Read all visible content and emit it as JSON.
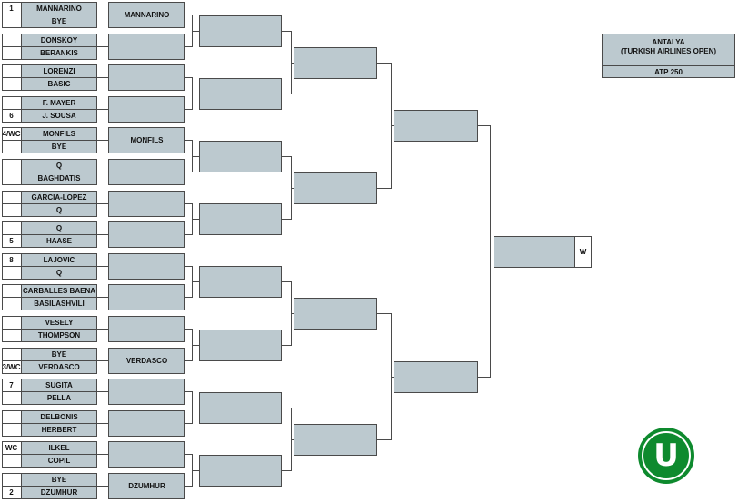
{
  "tournament": {
    "name": "ANTALYA",
    "full_name": "(TURKISH AIRLINES OPEN)",
    "category": "ATP 250"
  },
  "final_label": "W",
  "logo_letter": "U",
  "round1": [
    {
      "top": {
        "seed": "1",
        "name": "MANNARINO"
      },
      "bottom": {
        "seed": "",
        "name": "BYE"
      }
    },
    {
      "top": {
        "seed": "",
        "name": "DONSKOY"
      },
      "bottom": {
        "seed": "",
        "name": "BERANKIS"
      }
    },
    {
      "top": {
        "seed": "",
        "name": "LORENZI"
      },
      "bottom": {
        "seed": "",
        "name": "BASIC"
      }
    },
    {
      "top": {
        "seed": "",
        "name": "F. MAYER"
      },
      "bottom": {
        "seed": "6",
        "name": "J. SOUSA"
      }
    },
    {
      "top": {
        "seed": "4/WC",
        "name": "MONFILS"
      },
      "bottom": {
        "seed": "",
        "name": "BYE"
      }
    },
    {
      "top": {
        "seed": "",
        "name": "Q"
      },
      "bottom": {
        "seed": "",
        "name": "BAGHDATIS"
      }
    },
    {
      "top": {
        "seed": "",
        "name": "GARCIA-LOPEZ"
      },
      "bottom": {
        "seed": "",
        "name": "Q"
      }
    },
    {
      "top": {
        "seed": "",
        "name": "Q"
      },
      "bottom": {
        "seed": "5",
        "name": "HAASE"
      }
    },
    {
      "top": {
        "seed": "8",
        "name": "LAJOVIC"
      },
      "bottom": {
        "seed": "",
        "name": "Q"
      }
    },
    {
      "top": {
        "seed": "",
        "name": "CARBALLES BAENA"
      },
      "bottom": {
        "seed": "",
        "name": "BASILASHVILI"
      }
    },
    {
      "top": {
        "seed": "",
        "name": "VESELY"
      },
      "bottom": {
        "seed": "",
        "name": "THOMPSON"
      }
    },
    {
      "top": {
        "seed": "",
        "name": "BYE"
      },
      "bottom": {
        "seed": "3/WC",
        "name": "VERDASCO"
      }
    },
    {
      "top": {
        "seed": "7",
        "name": "SUGITA"
      },
      "bottom": {
        "seed": "",
        "name": "PELLA"
      }
    },
    {
      "top": {
        "seed": "",
        "name": "DELBONIS"
      },
      "bottom": {
        "seed": "",
        "name": "HERBERT"
      }
    },
    {
      "top": {
        "seed": "WC",
        "name": "ILKEL"
      },
      "bottom": {
        "seed": "",
        "name": "COPIL"
      }
    },
    {
      "top": {
        "seed": "",
        "name": "BYE"
      },
      "bottom": {
        "seed": "2",
        "name": "DZUMHUR"
      }
    }
  ],
  "round2": [
    "MANNARINO",
    "",
    "",
    "",
    "MONFILS",
    "",
    "",
    "",
    "",
    "",
    "",
    "VERDASCO",
    "",
    "",
    "",
    "DZUMHUR"
  ]
}
